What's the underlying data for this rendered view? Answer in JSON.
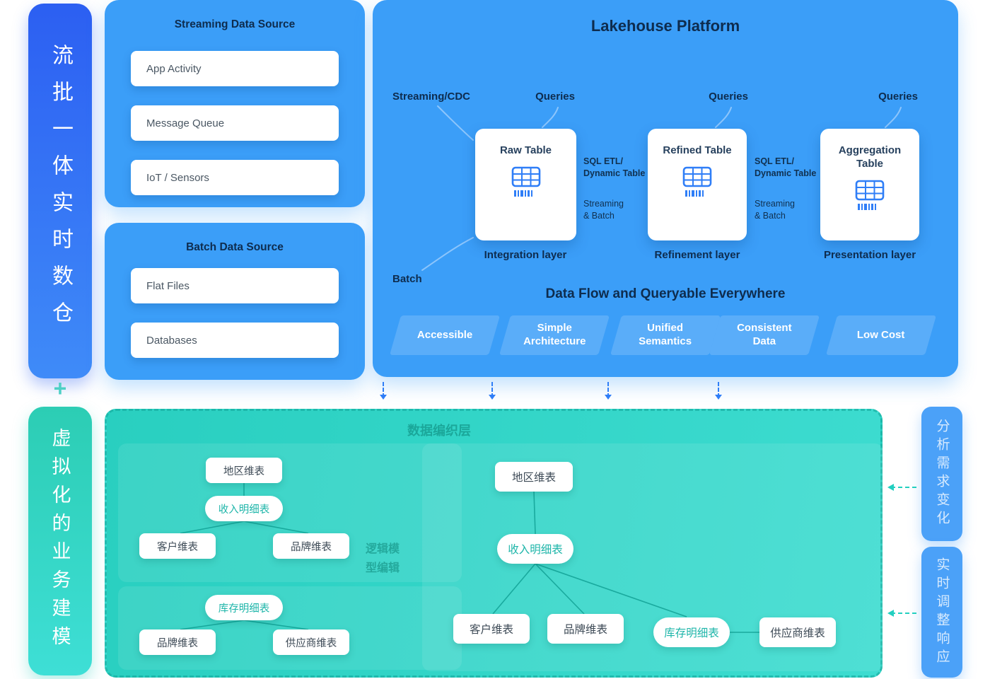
{
  "rails": {
    "left_top": "流批一体实时数仓",
    "plus": "+",
    "left_bottom": "虚拟化的业务建模",
    "right_top": "分析需求变化",
    "right_bottom": "实时调整响应"
  },
  "streaming_panel": {
    "title": "Streaming Data Source",
    "items": [
      "App Activity",
      "Message Queue",
      "IoT / Sensors"
    ]
  },
  "batch_panel": {
    "title": "Batch Data Source",
    "items": [
      "Flat Files",
      "Databases"
    ]
  },
  "lakehouse": {
    "title": "Lakehouse Platform",
    "streaming_cdc_label": "Streaming/CDC",
    "queries_labels": [
      "Queries",
      "Queries",
      "Queries"
    ],
    "batch_label": "Batch",
    "cards": [
      {
        "title": "Raw Table",
        "layer": "Integration layer"
      },
      {
        "title": "Refined Table",
        "layer": "Refinement layer"
      },
      {
        "title": "Aggregation Table",
        "layer": "Presentation layer"
      }
    ],
    "connectors": [
      {
        "etl": "SQL ETL/\nDynamic Table",
        "mode": "Streaming\n& Batch"
      },
      {
        "etl": "SQL ETL/\nDynamic Table",
        "mode": "Streaming\n& Batch"
      }
    ],
    "banner": "Data Flow and Queryable Everywhere",
    "values": [
      "Accessible",
      "Simple\nArchitecture",
      "Unified\nSemantics",
      "Consistent\nData",
      "Low Cost"
    ]
  },
  "fabric": {
    "title": "数据编织层",
    "editor_label": "逻辑模\n型编辑",
    "model1": {
      "region": "地区维表",
      "revenue": "收入明细表",
      "customer": "客户维表",
      "brand": "品牌维表"
    },
    "model2": {
      "inventory": "库存明细表",
      "brand": "品牌维表",
      "supplier": "供应商维表"
    },
    "model3": {
      "region": "地区维表",
      "revenue": "收入明细表",
      "customer": "客户维表",
      "brand": "品牌维表",
      "inventory": "库存明细表",
      "supplier": "供应商维表"
    }
  },
  "colors": {
    "panel_blue": "#3b9ef8",
    "rail_blue": "#2c5ff2",
    "teal": "#2ed3c4",
    "navy": "#0e2c4e",
    "accent_blue": "#2f7ef7",
    "teal_text": "#1db5a9"
  }
}
